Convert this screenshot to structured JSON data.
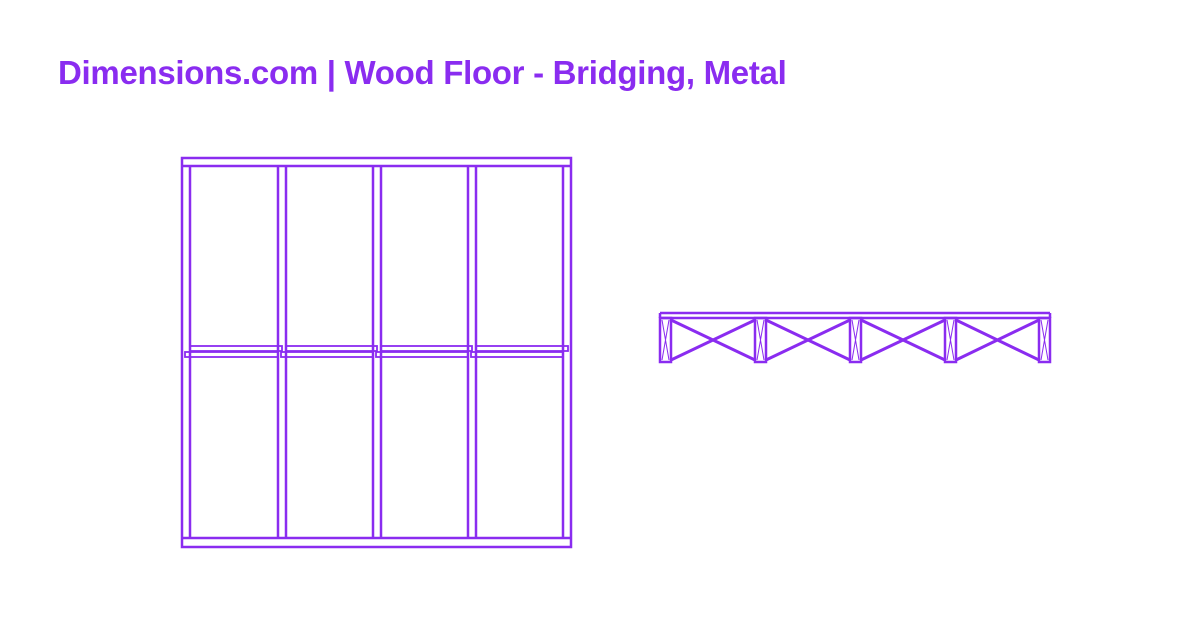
{
  "header": {
    "title": "Dimensions.com | Wood Floor - Bridging, Metal"
  },
  "colors": {
    "accent": "#8a2cf0",
    "background": "#ffffff"
  },
  "drawings": {
    "plan_view": {
      "label": "plan-view",
      "joist_count": 5
    },
    "section_view": {
      "label": "section-view",
      "joist_count": 5,
      "bridging_bays": 4
    }
  }
}
